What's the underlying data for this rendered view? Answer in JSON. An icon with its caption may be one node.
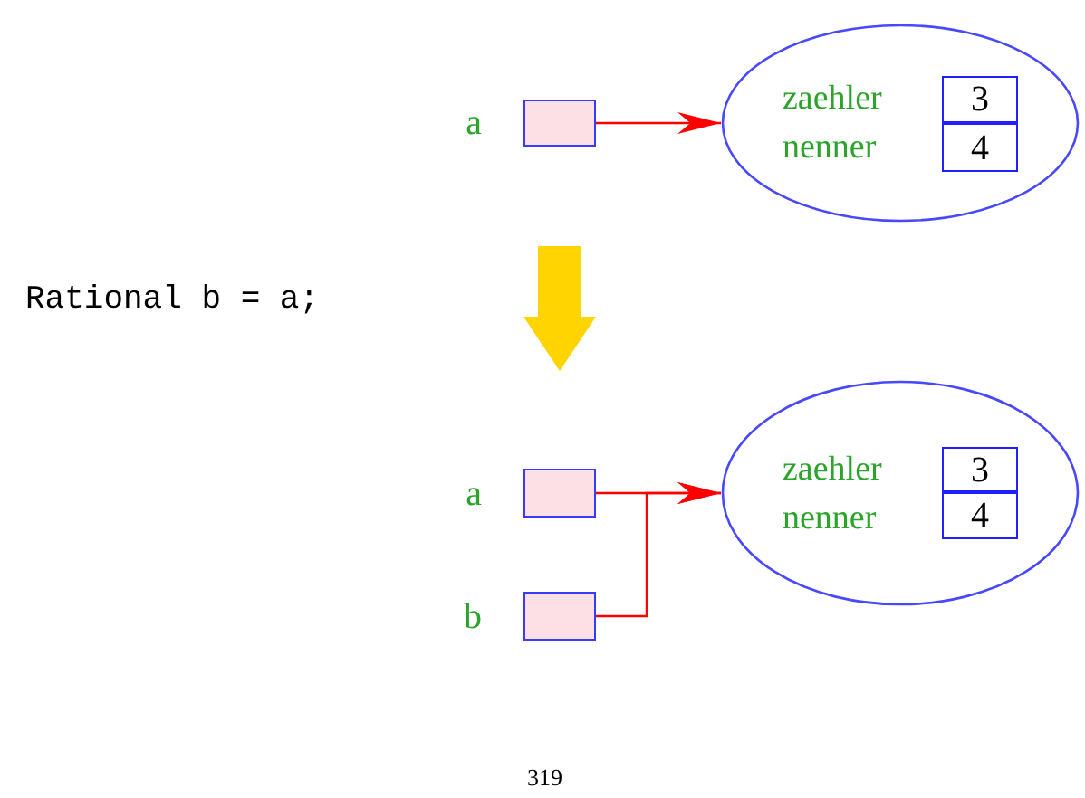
{
  "diagram": {
    "nodes": [
      {
        "text": [],
        "shape": "box",
        "beside": [
          "a"
        ]
      },
      {
        "text": [
          "zaehler",
          "nenner"
        ]
      },
      {
        "text": [
          "3"
        ],
        "in": 1
      },
      {
        "text": [
          "4"
        ],
        "in": 1
      },
      {
        "text": [],
        "shape": "box",
        "beside": [
          "a"
        ]
      },
      {
        "text": [],
        "shape": "box",
        "beside": [
          "b"
        ]
      },
      {
        "text": [
          "zaehler",
          "nenner"
        ]
      },
      {
        "text": [
          "3"
        ],
        "in": 6
      },
      {
        "text": [
          "4"
        ],
        "in": 6
      }
    ],
    "edges": [
      {
        "from": 0,
        "to": 1,
        "arrow": "to"
      },
      {
        "from": 4,
        "to": 6,
        "arrow": "to"
      },
      {
        "from": 5,
        "to": 6,
        "arrow": "to"
      }
    ],
    "labels": [
      "Rational b = a;",
      "319"
    ]
  }
}
